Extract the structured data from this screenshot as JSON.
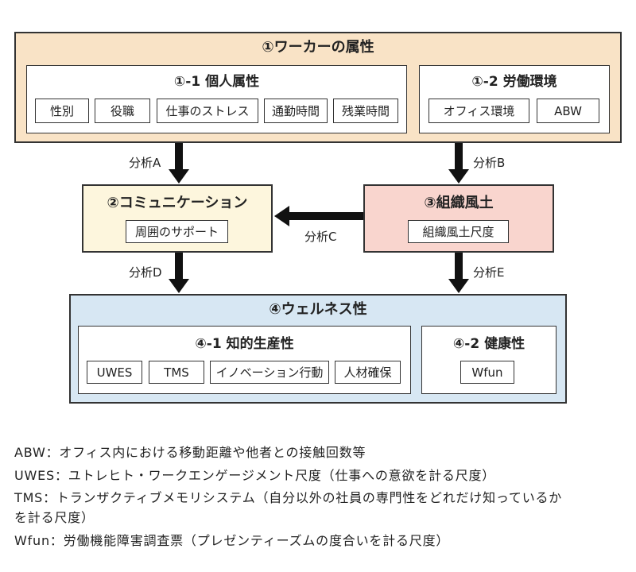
{
  "diagram": {
    "worker": {
      "title": "①ワーカーの属性",
      "personal": {
        "title": "①-1 個人属性",
        "items": [
          "性別",
          "役職",
          "仕事のストレス",
          "通勤時間",
          "残業時間"
        ]
      },
      "environment": {
        "title": "①-2 労働環境",
        "items": [
          "オフィス環境",
          "ABW"
        ]
      }
    },
    "communication": {
      "title": "②コミュニケーション",
      "items": [
        "周囲のサポート"
      ]
    },
    "culture": {
      "title": "③組織風土",
      "items": [
        "組織風土尺度"
      ]
    },
    "wellness": {
      "title": "④ウェルネス性",
      "productivity": {
        "title": "④-1 知的生産性",
        "items": [
          "UWES",
          "TMS",
          "イノベーション行動",
          "人材確保"
        ]
      },
      "health": {
        "title": "④-2 健康性",
        "items": [
          "Wfun"
        ]
      }
    },
    "analyses": {
      "a": "分析A",
      "b": "分析B",
      "c": "分析C",
      "d": "分析D",
      "e": "分析E"
    }
  },
  "notes": [
    "ABW：オフィス内における移動距離や他者との接触回数等",
    "UWES：ユトレヒト・ワークエンゲージメント尺度（仕事への意欲を計る尺度）",
    "TMS：トランザクティブメモリシステム（自分以外の社員の専門性をどれだけ知っているか",
    "を計る尺度）",
    "Wfun：労働機能障害調査票（プレゼンティーズムの度合いを計る尺度）"
  ],
  "colors": {
    "worker_fill": "#f9e3c6",
    "communication_fill": "#fdf6dd",
    "culture_fill": "#f9d5ce",
    "wellness_fill": "#d7e7f3",
    "arrow": "#111111"
  }
}
